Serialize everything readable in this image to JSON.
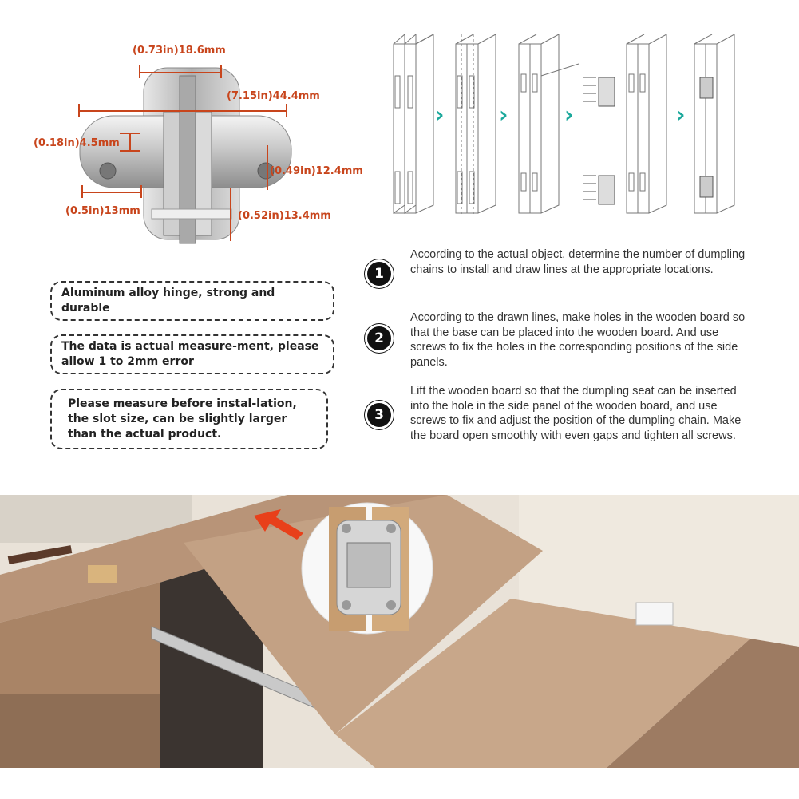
{
  "dimensions": {
    "top_width": "(0.73in)18.6mm",
    "total_length": "(7.15in)44.4mm",
    "flange_thickness": "(0.18in)4.5mm",
    "body_height": "(0.49in)12.4mm",
    "flange_width": "(0.5in)13mm",
    "body_depth": "(0.52in)13.4mm"
  },
  "features": [
    "Aluminum alloy hinge, strong and durable",
    "The data is actual measure-ment, please allow 1 to 2mm error",
    "Please measure before instal-lation, the slot size, can be slightly larger than the actual product."
  ],
  "steps": [
    {
      "badge": "1",
      "text": "According to the actual object, determine the number of dumpling chains to install and draw lines at the appropriate locations."
    },
    {
      "badge": "2",
      "text": "According to the drawn lines, make holes in the wooden board so that the base can be placed into the wooden board. And use screws to fix the holes in the corresponding positions of the side panels."
    },
    {
      "badge": "3",
      "text": "Lift the wooden board so that the dumpling seat can be inserted into the hole in the side panel of the wooden board, and use screws to fix and adjust the position of the dumpling chain. Make the board open smoothly with even gaps and tighten all screws."
    }
  ],
  "icons": {
    "chevron": "chevron-right-icon",
    "arrow": "red-arrow-icon"
  },
  "colors": {
    "dimension": "#c8451c",
    "chevron": "#1aa89b",
    "wood": "#b89478",
    "arrow": "#e8401a"
  }
}
